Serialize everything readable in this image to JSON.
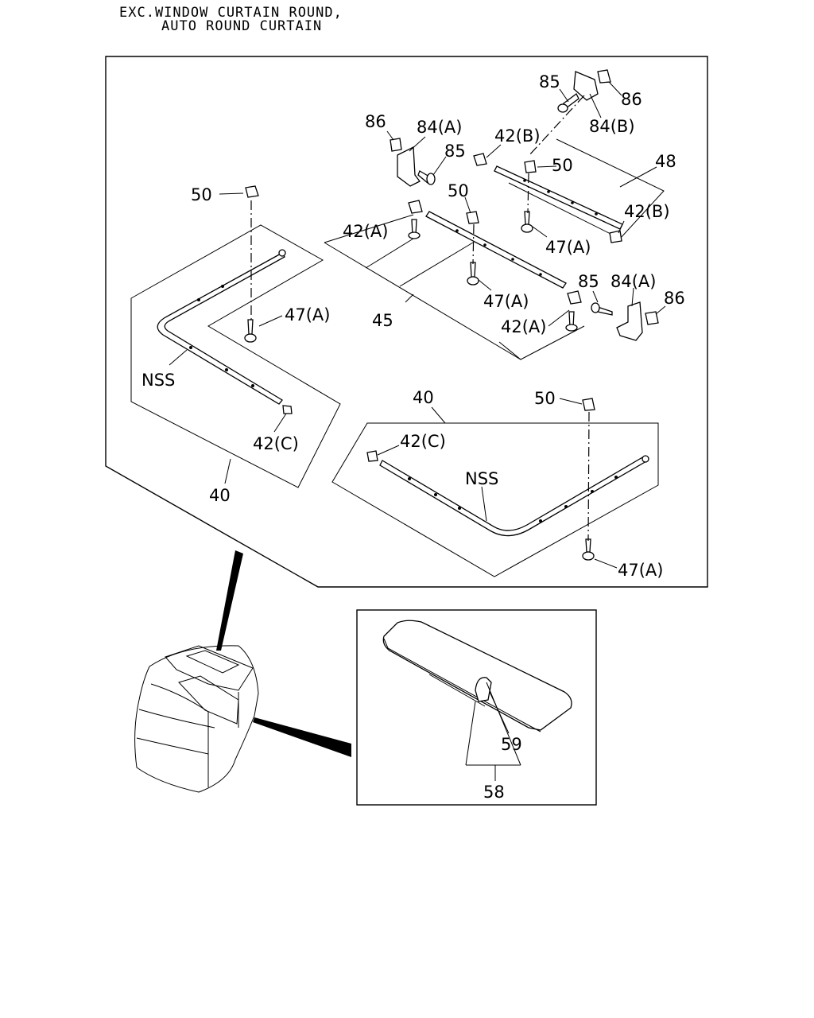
{
  "header": {
    "note_line1": "EXC.WINDOW CURTAIN ROUND,",
    "note_line2": "AUTO ROUND CURTAIN"
  },
  "callouts": {
    "c50_left": "50",
    "c47a_left": "47(A)",
    "nss_left": "NSS",
    "c42c_left": "42(C)",
    "c40_left": "40",
    "c86_top": "86",
    "c84a_top": "84(A)",
    "c85_top": "85",
    "c85_tr": "85",
    "c86_tr": "86",
    "c84b": "84(B)",
    "c42b_top": "42(B)",
    "c50_mid_right": "50",
    "c48": "48",
    "c42b_right": "42(B)",
    "c47a_mid_right": "47(A)",
    "c50_mid": "50",
    "c42a_upper": "42(A)",
    "c47a_mid": "47(A)",
    "c45": "45",
    "c85_mr": "85",
    "c84a_mr": "84(A)",
    "c86_mr": "86",
    "c42a_lower": "42(A)",
    "c40_right": "40",
    "c50_right": "50",
    "c42c_right": "42(C)",
    "nss_right": "NSS",
    "c47a_right": "47(A)",
    "c59": "59",
    "c58": "58"
  }
}
